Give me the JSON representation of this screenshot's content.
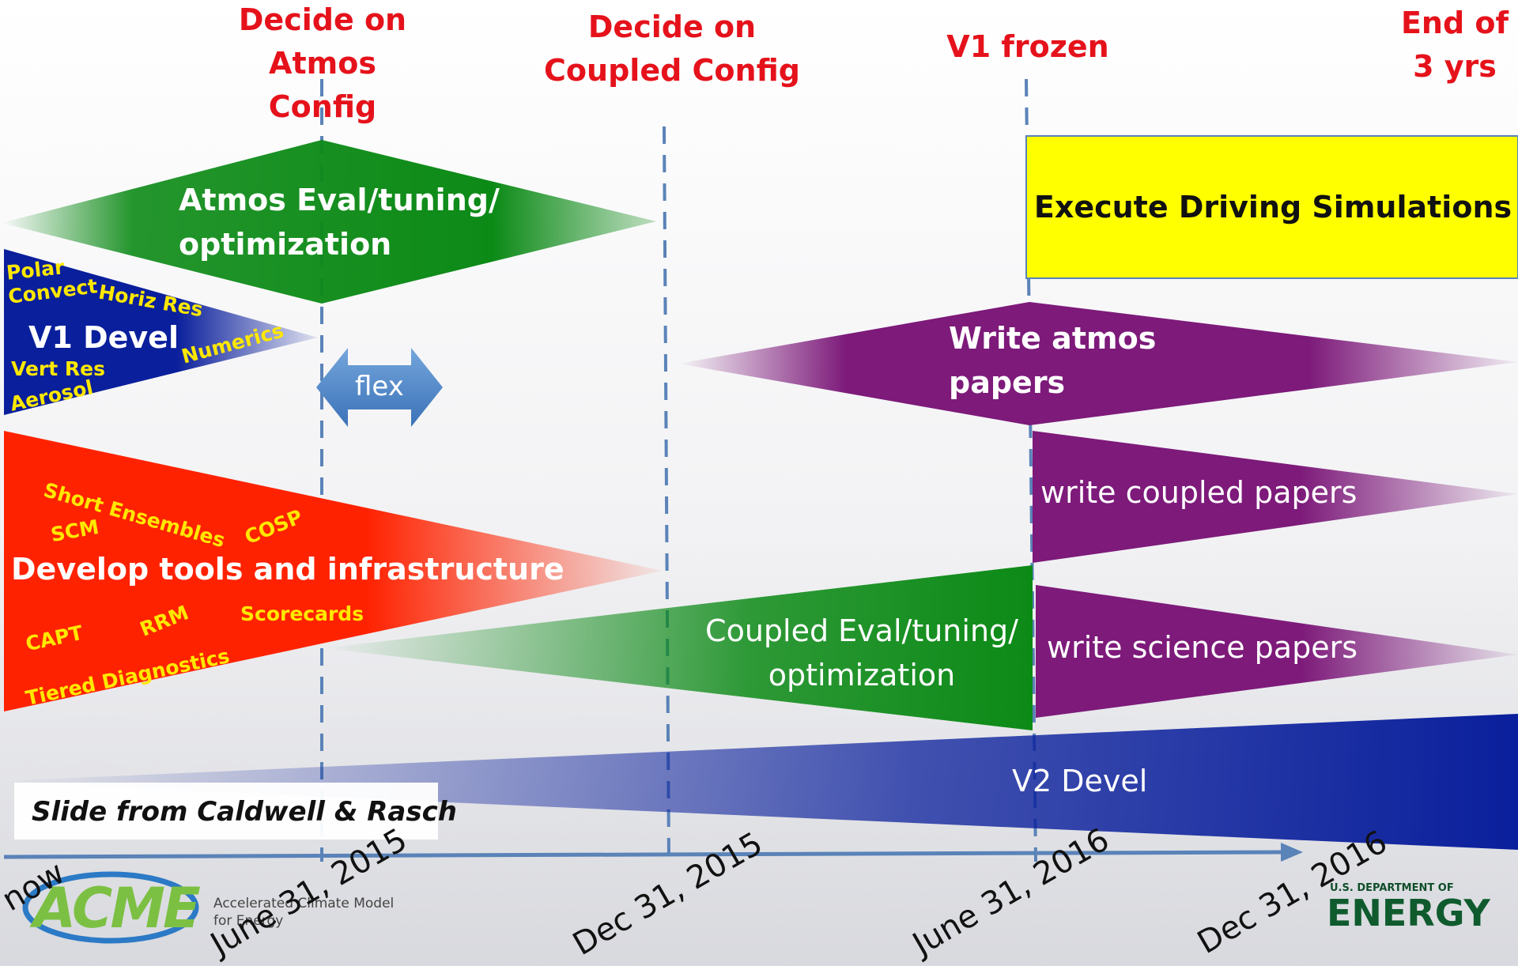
{
  "milestones": {
    "atmos": "Decide on Atmos\nConfig",
    "coupled": "Decide on\nCoupled Config",
    "v1": "V1 frozen",
    "end": "End of\n3 yrs"
  },
  "bars": {
    "atmos_eval": "Atmos Eval/tuning/\noptimization",
    "v1_devel": "V1 Devel",
    "flex": "flex",
    "develop_tools": "Develop tools and infrastructure",
    "coupled_eval": "Coupled Eval/tuning/\noptimization",
    "execute": "Execute Driving Simulations",
    "write_atmos": "Write atmos\npapers",
    "write_coupled": "write coupled papers",
    "write_science": "write science papers",
    "v2_devel": "V2 Devel"
  },
  "v1_topics": [
    "Polar",
    "Convect",
    "Horiz Res",
    "Numerics",
    "Vert Res",
    "Aerosol"
  ],
  "tool_topics": [
    "Short Ensembles",
    "SCM",
    "COSP",
    "CAPT",
    "RRM",
    "Scorecards",
    "Tiered Diagnostics"
  ],
  "credit": "Slide from Caldwell & Rasch",
  "axis_labels": [
    "now",
    "June 31, 2015",
    "Dec 31, 2015",
    "June 31, 2016",
    "Dec 31, 2016"
  ],
  "logos": {
    "acme": "ACME",
    "acme_sub": "Accelerated Climate Model\nfor Energy",
    "doe_top": "U.S. DEPARTMENT OF",
    "doe_main": "ENERGY"
  },
  "colors": {
    "milestone": "#e5121b",
    "green": "#0c8a16",
    "navy": "#0a1f9c",
    "red": "#ff2200",
    "purple": "#7d1a7a",
    "yellow": "#ffff00",
    "flex": "#4f86c6"
  }
}
